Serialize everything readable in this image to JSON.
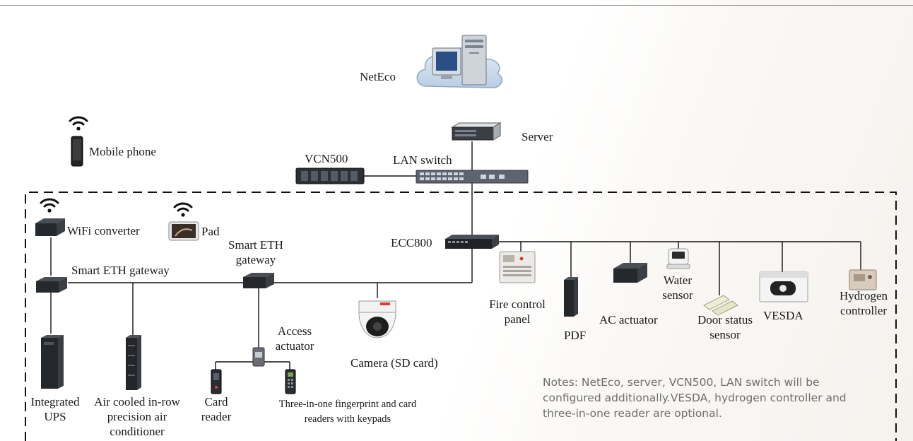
{
  "nodes": {
    "neteco": "NetEco",
    "server": "Server",
    "vcn500": "VCN500",
    "lan_switch": "LAN switch",
    "mobile_phone": "Mobile phone",
    "wifi_converter": "WiFi converter",
    "pad": "Pad",
    "smart_eth_gateway_left": "Smart ETH gateway",
    "smart_eth_gateway_mid": [
      "Smart ETH",
      "gateway"
    ],
    "ecc800": "ECC800",
    "fire_control_panel": [
      "Fire control",
      "panel"
    ],
    "pdf": "PDF",
    "ac_actuator": "AC actuator",
    "water_sensor": [
      "Water",
      "sensor"
    ],
    "door_status_sensor": [
      "Door status",
      "sensor"
    ],
    "vesda": "VESDA",
    "hydrogen_controller": [
      "Hydrogen",
      "controller"
    ],
    "integrated_ups": [
      "Integrated",
      "UPS"
    ],
    "air_conditioner": [
      "Air cooled in-row",
      "precision air",
      "conditioner"
    ],
    "access_actuator": [
      "Access",
      "actuator"
    ],
    "card_reader": [
      "Card",
      "reader"
    ],
    "fingerprint_reader": [
      "Three-in-one fingerprint and card",
      "readers with keypads"
    ],
    "camera": "Camera (SD card)"
  },
  "notes": [
    "Notes: NetEco, server, VCN500, LAN switch will be",
    "configured additionally.VESDA, hydrogen controller and",
    "three-in-one reader are optional."
  ],
  "icons": [
    "cloud-icon",
    "monitor-icon",
    "tower-server-icon",
    "rack-server-icon",
    "nvr-icon",
    "switch-icon",
    "wifi-icon",
    "phone-icon",
    "tablet-icon",
    "gateway-icon",
    "controller-icon",
    "cabinet-icon",
    "camera-icon",
    "fire-panel-icon",
    "sensor-icon",
    "vesda-icon"
  ]
}
